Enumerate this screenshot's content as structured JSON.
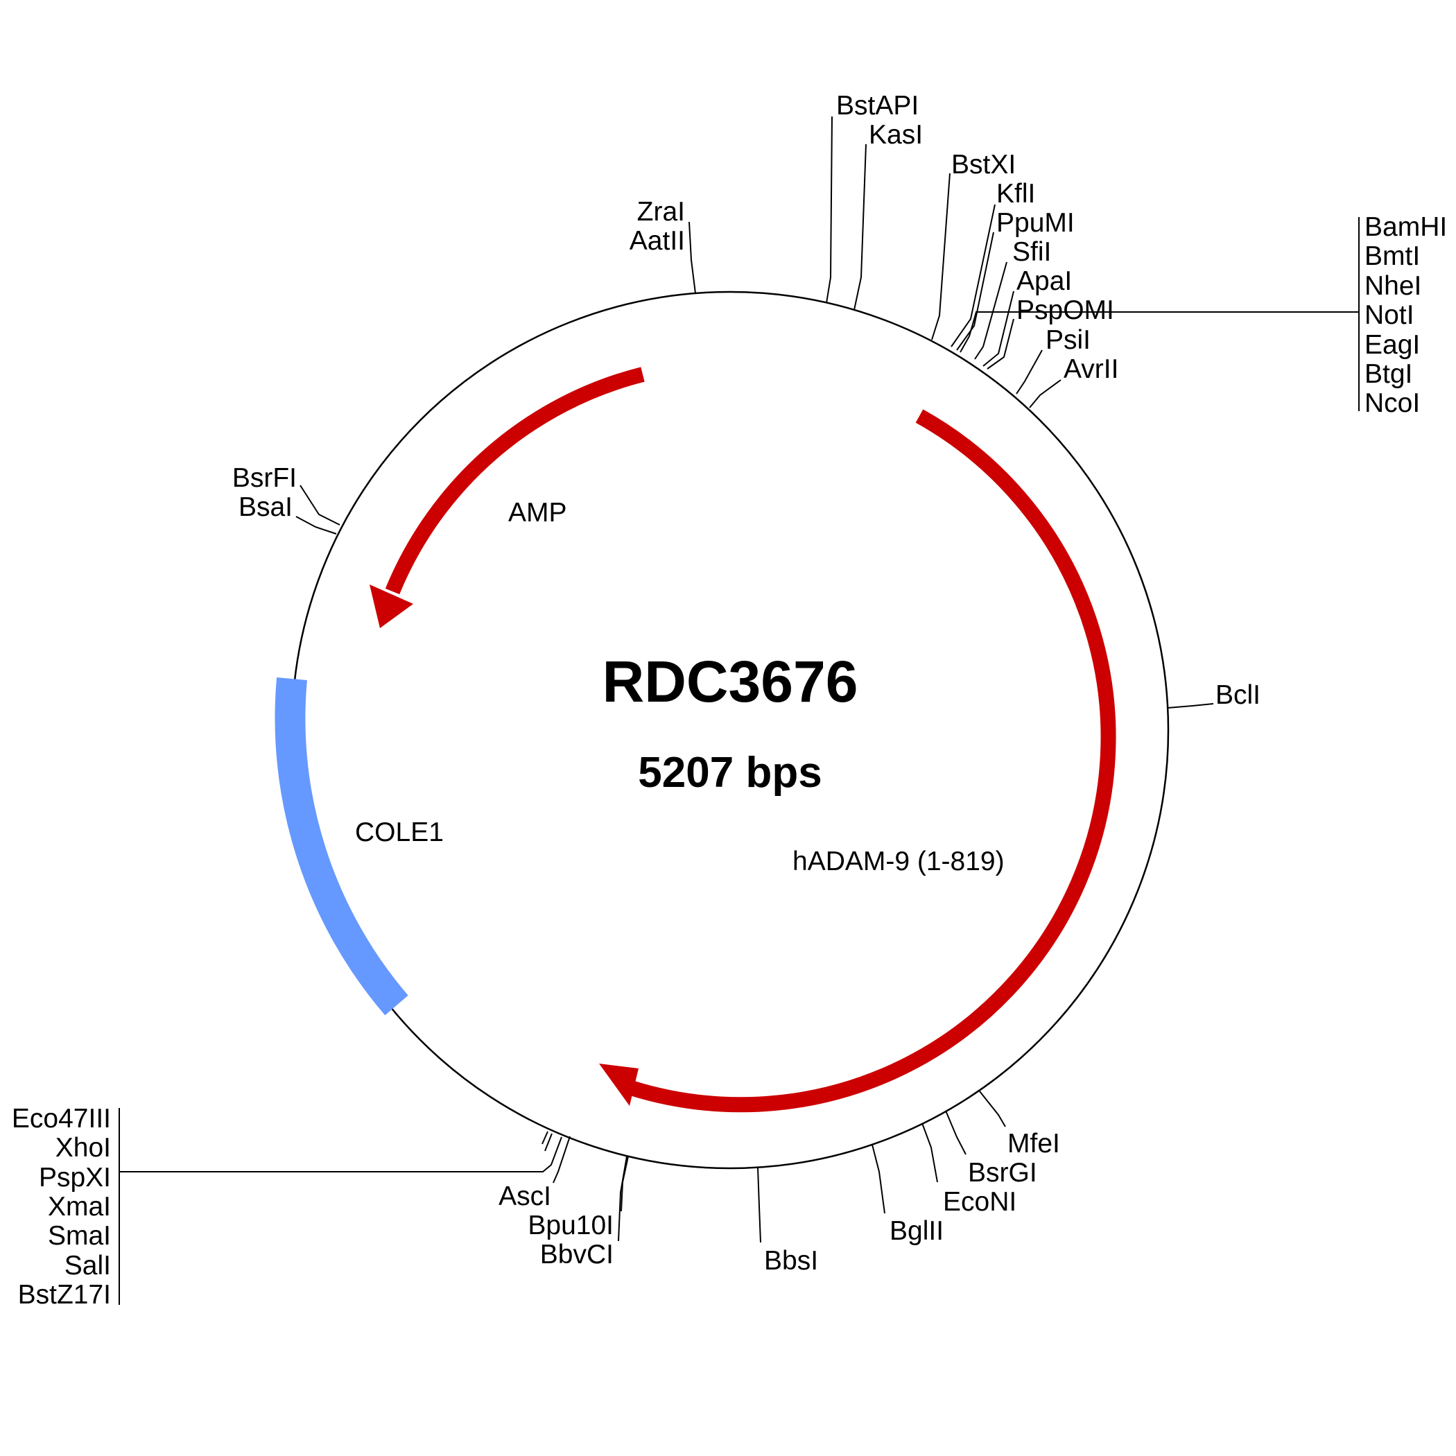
{
  "plasmid": {
    "name": "RDC3676",
    "size": "5207 bps"
  },
  "colors": {
    "backbone": "#000000",
    "gene": "#cc0000",
    "origin": "#6699ff",
    "text": "#000000"
  },
  "features": [
    {
      "name": "AMP",
      "kind": "gene"
    },
    {
      "name": "hADAM-9 (1-819)",
      "kind": "gene"
    },
    {
      "name": "COLE1",
      "kind": "origin"
    }
  ],
  "sites": [
    "ZraI",
    "AatII",
    "BstAPI",
    "KasI",
    "BstXI",
    "KflI",
    "PpuMI",
    "SfiI",
    "ApaI",
    "PspOMI",
    "PsiI",
    "AvrII",
    "BamHI",
    "BmtI",
    "NheI",
    "NotI",
    "EagI",
    "BtgI",
    "NcoI",
    "BclI",
    "MfeI",
    "BsrGI",
    "EcoNI",
    "BglII",
    "BbsI",
    "Bpu10I",
    "BbvCI",
    "AscI",
    "Eco47III",
    "XhoI",
    "PspXI",
    "XmaI",
    "SmaI",
    "SalI",
    "BstZ17I",
    "BsrFI",
    "BsaI"
  ]
}
